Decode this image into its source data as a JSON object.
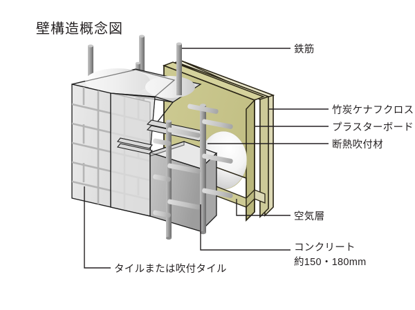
{
  "title": "壁構造概念図",
  "labels": {
    "rebar": "鉄筋",
    "bamboo_charcoal_kenaf_cloth": "竹炭ケナフクロス",
    "plaster_board": "プラスターボード",
    "insulation_spray": "断熱吹付材",
    "air_layer": "空気層",
    "concrete": "コンクリート",
    "concrete_thickness": "約150・180mm",
    "tile": "タイルまたは吹付タイル"
  },
  "colors": {
    "background": "#ffffff",
    "text": "#231f20",
    "leader_line": "#231f20",
    "tile_face_light": "#e4e4e4",
    "tile_face_mid": "#d5d5d5",
    "tile_groove": "#b5b5b5",
    "concrete_front": "#b2b2b2",
    "concrete_top": "#ededed",
    "concrete_side": "#c9c9c9",
    "rebar_light": "#b9b9b9",
    "rebar_dark": "#6e6e6e",
    "tie_bar": "#cfcfcf",
    "panel_olive": "#c8c58c",
    "panel_olive_dark": "#b7b478",
    "panel_plaster": "#d8d5a8",
    "panel_cloth": "#e7e4c7",
    "panel_outline": "#2b2617",
    "spray_white": "#fdfdfd",
    "spray_shade": "#c9c9c9"
  },
  "figure": {
    "type": "cutaway-wall-section-diagram",
    "layers_outer_to_inner": [
      "タイルまたは吹付タイル",
      "コンクリート",
      "鉄筋",
      "空気層",
      "断熱吹付材",
      "プラスターボード",
      "竹炭ケナフクロス"
    ],
    "rebar_count_vertical": 6,
    "rebar_hoops": 3,
    "tile_grid_columns": 3,
    "tile_grid_rows": 6
  }
}
